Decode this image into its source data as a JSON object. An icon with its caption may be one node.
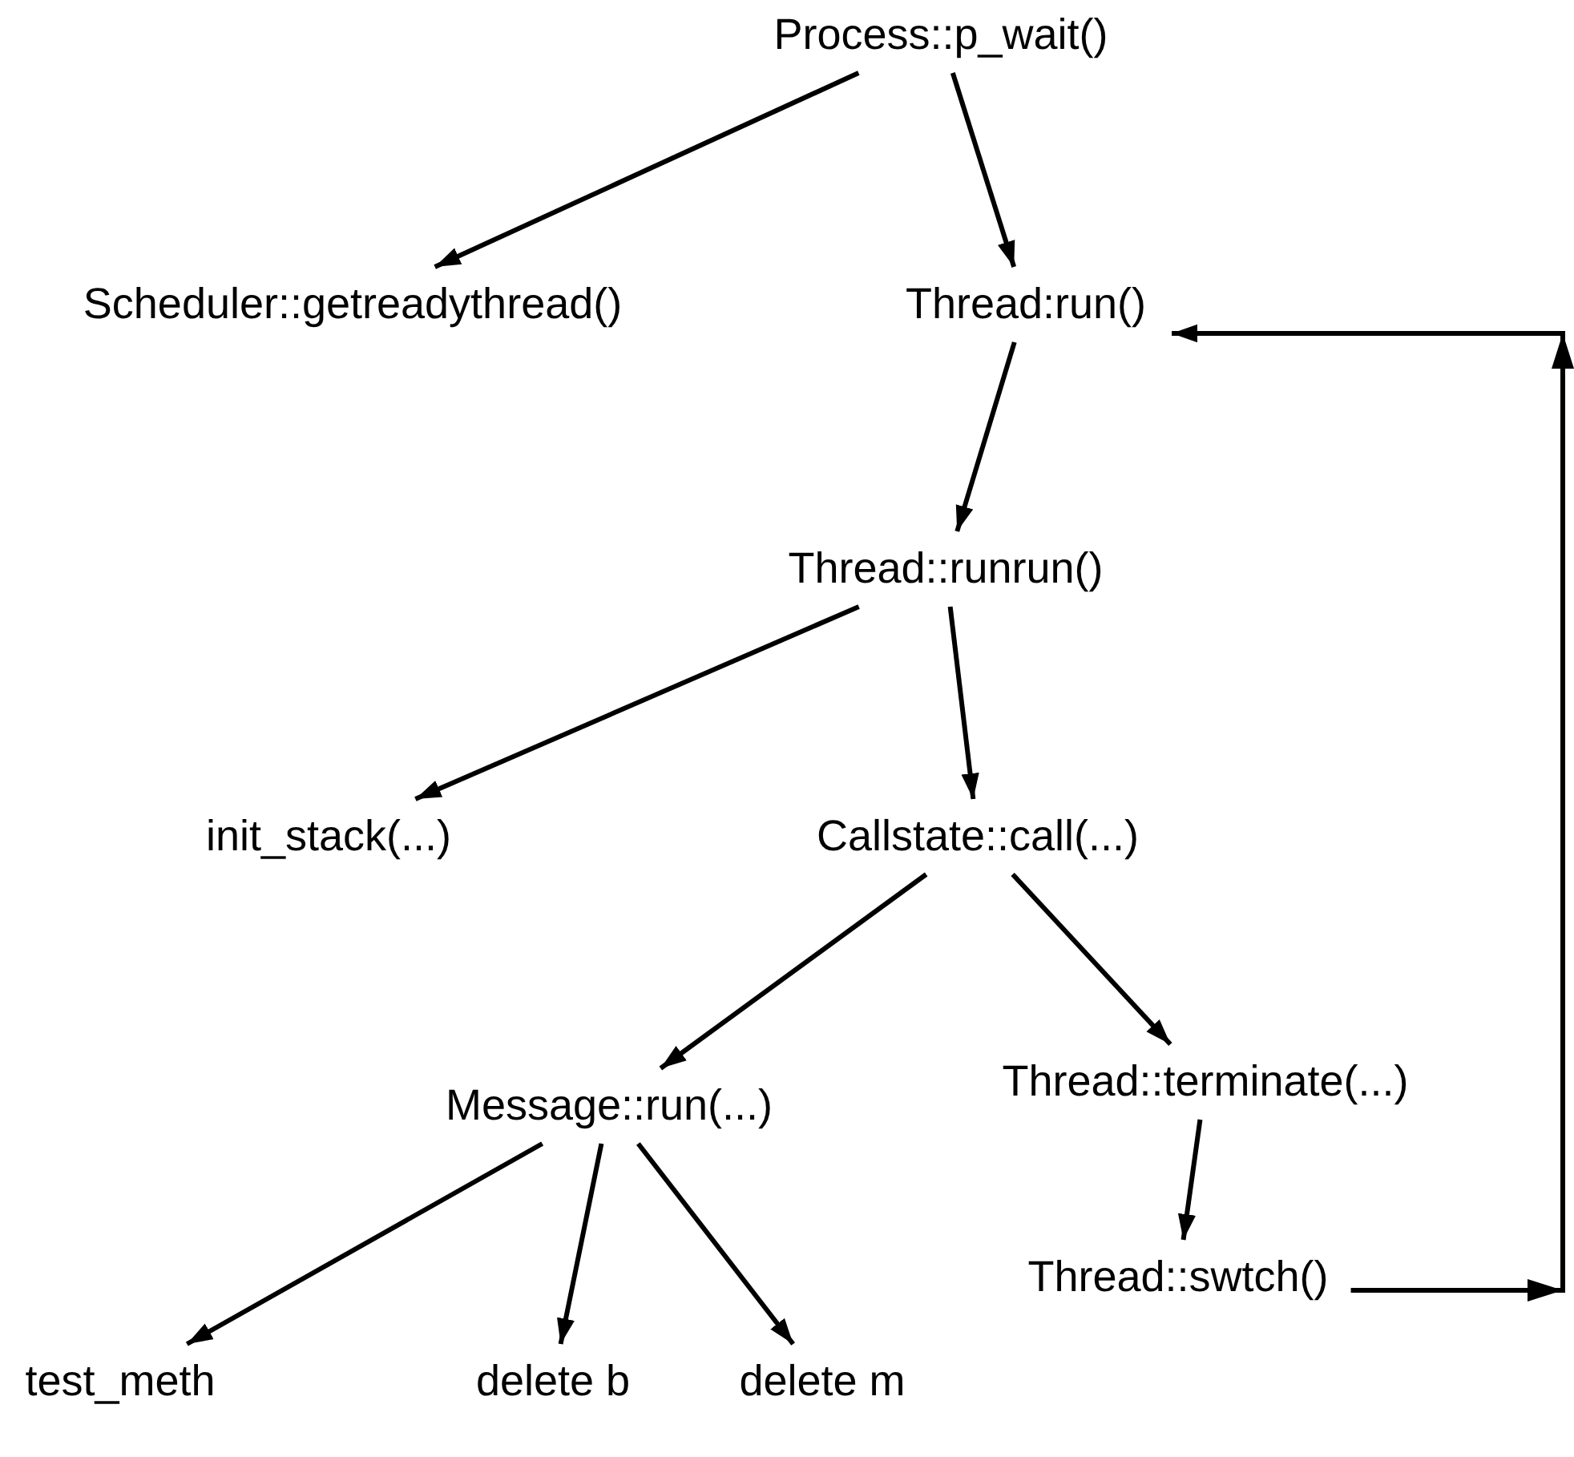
{
  "diagram": {
    "nodes": [
      {
        "text": [
          "Process::p_wait()"
        ]
      },
      {
        "text": [
          "Scheduler::getreadythread()"
        ]
      },
      {
        "text": [
          "Thread:run()"
        ]
      },
      {
        "text": [
          "Thread::runrun()"
        ]
      },
      {
        "text": [
          "init_stack(...)"
        ]
      },
      {
        "text": [
          "Callstate::call(...)"
        ]
      },
      {
        "text": [
          "Message::run(...)"
        ]
      },
      {
        "text": [
          "Thread::terminate(...)"
        ]
      },
      {
        "text": [
          "Thread::swtch()"
        ]
      },
      {
        "text": [
          "test_meth"
        ]
      },
      {
        "text": [
          "delete b"
        ]
      },
      {
        "text": [
          "delete m"
        ]
      }
    ],
    "edges": [
      {
        "from": 0,
        "to": 1,
        "arrow": "to"
      },
      {
        "from": 0,
        "to": 2,
        "arrow": "to"
      },
      {
        "from": 2,
        "to": 3,
        "arrow": "to"
      },
      {
        "from": 3,
        "to": 4,
        "arrow": "to"
      },
      {
        "from": 3,
        "to": 5,
        "arrow": "to"
      },
      {
        "from": 5,
        "to": 6,
        "arrow": "to"
      },
      {
        "from": 5,
        "to": 7,
        "arrow": "to"
      },
      {
        "from": 7,
        "to": 8,
        "arrow": "to"
      },
      {
        "from": 8,
        "to": 2,
        "arrow": "to"
      },
      {
        "from": 6,
        "to": 9,
        "arrow": "to"
      },
      {
        "from": 6,
        "to": 10,
        "arrow": "to"
      },
      {
        "from": 6,
        "to": 11,
        "arrow": "to"
      }
    ]
  }
}
